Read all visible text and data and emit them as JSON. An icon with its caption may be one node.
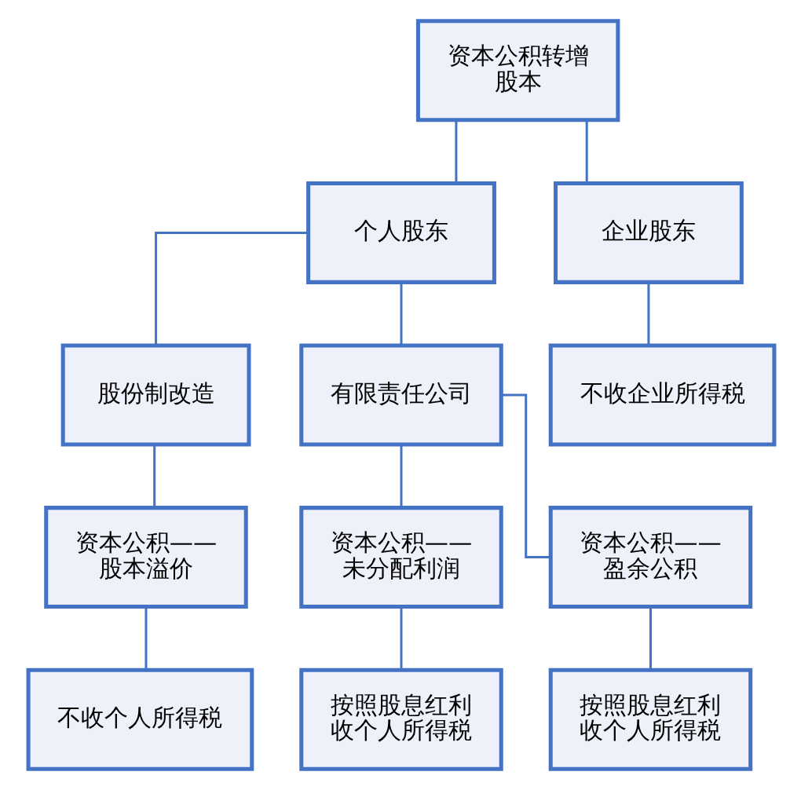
{
  "diagram": {
    "nodes": [
      {
        "text": [
          "资本公积转增股本"
        ]
      },
      {
        "text": [
          "个人股东"
        ]
      },
      {
        "text": [
          "企业股东"
        ]
      },
      {
        "text": [
          "股份制改造"
        ]
      },
      {
        "text": [
          "有限责任公司"
        ]
      },
      {
        "text": [
          "不收企业所得税"
        ]
      },
      {
        "text": [
          "资本公积——股本溢价"
        ]
      },
      {
        "text": [
          "资本公积——未分配利润"
        ]
      },
      {
        "text": [
          "资本公积——盈余公积"
        ]
      },
      {
        "text": [
          "不收个人所得税"
        ]
      },
      {
        "text": [
          "按照股息红利收个人所得税"
        ]
      },
      {
        "text": [
          "按照股息红利收个人所得税"
        ]
      }
    ],
    "edges": [
      {
        "from": 0,
        "to": 1,
        "arrow": "none"
      },
      {
        "from": 0,
        "to": 2,
        "arrow": "none"
      },
      {
        "from": 1,
        "to": 3,
        "arrow": "none"
      },
      {
        "from": 1,
        "to": 4,
        "arrow": "none"
      },
      {
        "from": 2,
        "to": 5,
        "arrow": "none"
      },
      {
        "from": 3,
        "to": 6,
        "arrow": "none"
      },
      {
        "from": 4,
        "to": 7,
        "arrow": "none"
      },
      {
        "from": 4,
        "to": 8,
        "arrow": "none"
      },
      {
        "from": 6,
        "to": 9,
        "arrow": "none"
      },
      {
        "from": 7,
        "to": 10,
        "arrow": "none"
      },
      {
        "from": 8,
        "to": 11,
        "arrow": "none"
      }
    ]
  }
}
